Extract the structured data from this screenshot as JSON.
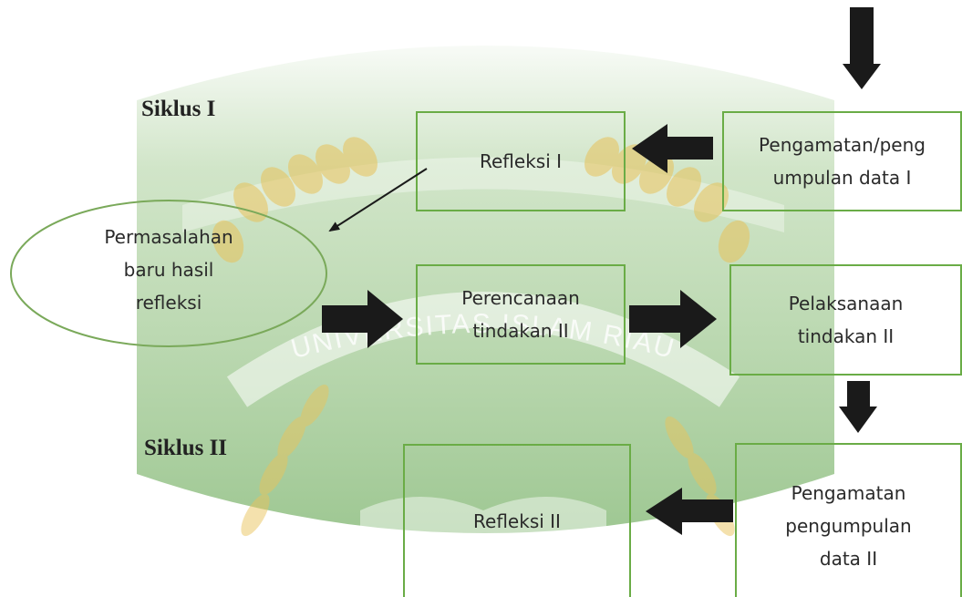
{
  "watermark": {
    "text": "UNIVERSITAS ISLAM RIAU"
  },
  "labels": {
    "siklus1": "Siklus I",
    "siklus2": "Siklus II"
  },
  "nodes": {
    "refleksi1": [
      "Refleksi I"
    ],
    "pengamatan1": [
      "Pengamatan/peng",
      "umpulan data I"
    ],
    "permasalahan": [
      "Permasalahan",
      "baru hasil",
      "refleksi"
    ],
    "perencanaan2": [
      "Perencanaan",
      "tindakan II"
    ],
    "pelaksanaan2": [
      "Pelaksanaan",
      "tindakan II"
    ],
    "refleksi2": [
      "Refleksi II"
    ],
    "pengamatan2": [
      "Pengamatan",
      "pengumpulan",
      "data II"
    ]
  },
  "colors": {
    "box_border": "#6aac46",
    "arrow": "#1a1a1a",
    "watermark_green": "#4f9a3a",
    "watermark_yellow": "#e8c25a"
  }
}
